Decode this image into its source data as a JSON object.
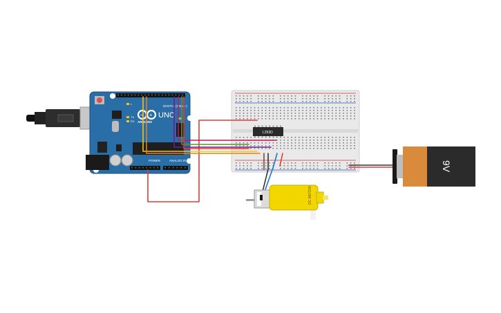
{
  "arduino": {
    "brand": "UNO",
    "logo_text": "ARDUINO",
    "digital_label": "DIGITAL (PWM~)",
    "power_label": "POWER",
    "analog_label": "ANALOG IN",
    "led_labels": [
      "L",
      "TX",
      "RX"
    ],
    "colors": {
      "board": "#2a6ea8",
      "usb": "#c8c8c8",
      "reset": "#d9534f"
    }
  },
  "breadboard": {
    "chip_label": "L293D",
    "colors": {
      "body": "#e9e9e9",
      "rail_red": "#d32f2f",
      "rail_blue": "#1f56c6"
    }
  },
  "motor": {
    "label": "DC MOTOR",
    "colors": {
      "body": "#f2d600"
    }
  },
  "battery": {
    "label": "9V",
    "colors": {
      "top": "#d98a3a",
      "body": "#2b2b2b"
    }
  },
  "wires": {
    "colors": [
      "#e53935",
      "#f5c518",
      "#c2185b",
      "#f57c00",
      "#6a1b9a",
      "#5f8f2f",
      "#1976d2",
      "#333333"
    ]
  }
}
